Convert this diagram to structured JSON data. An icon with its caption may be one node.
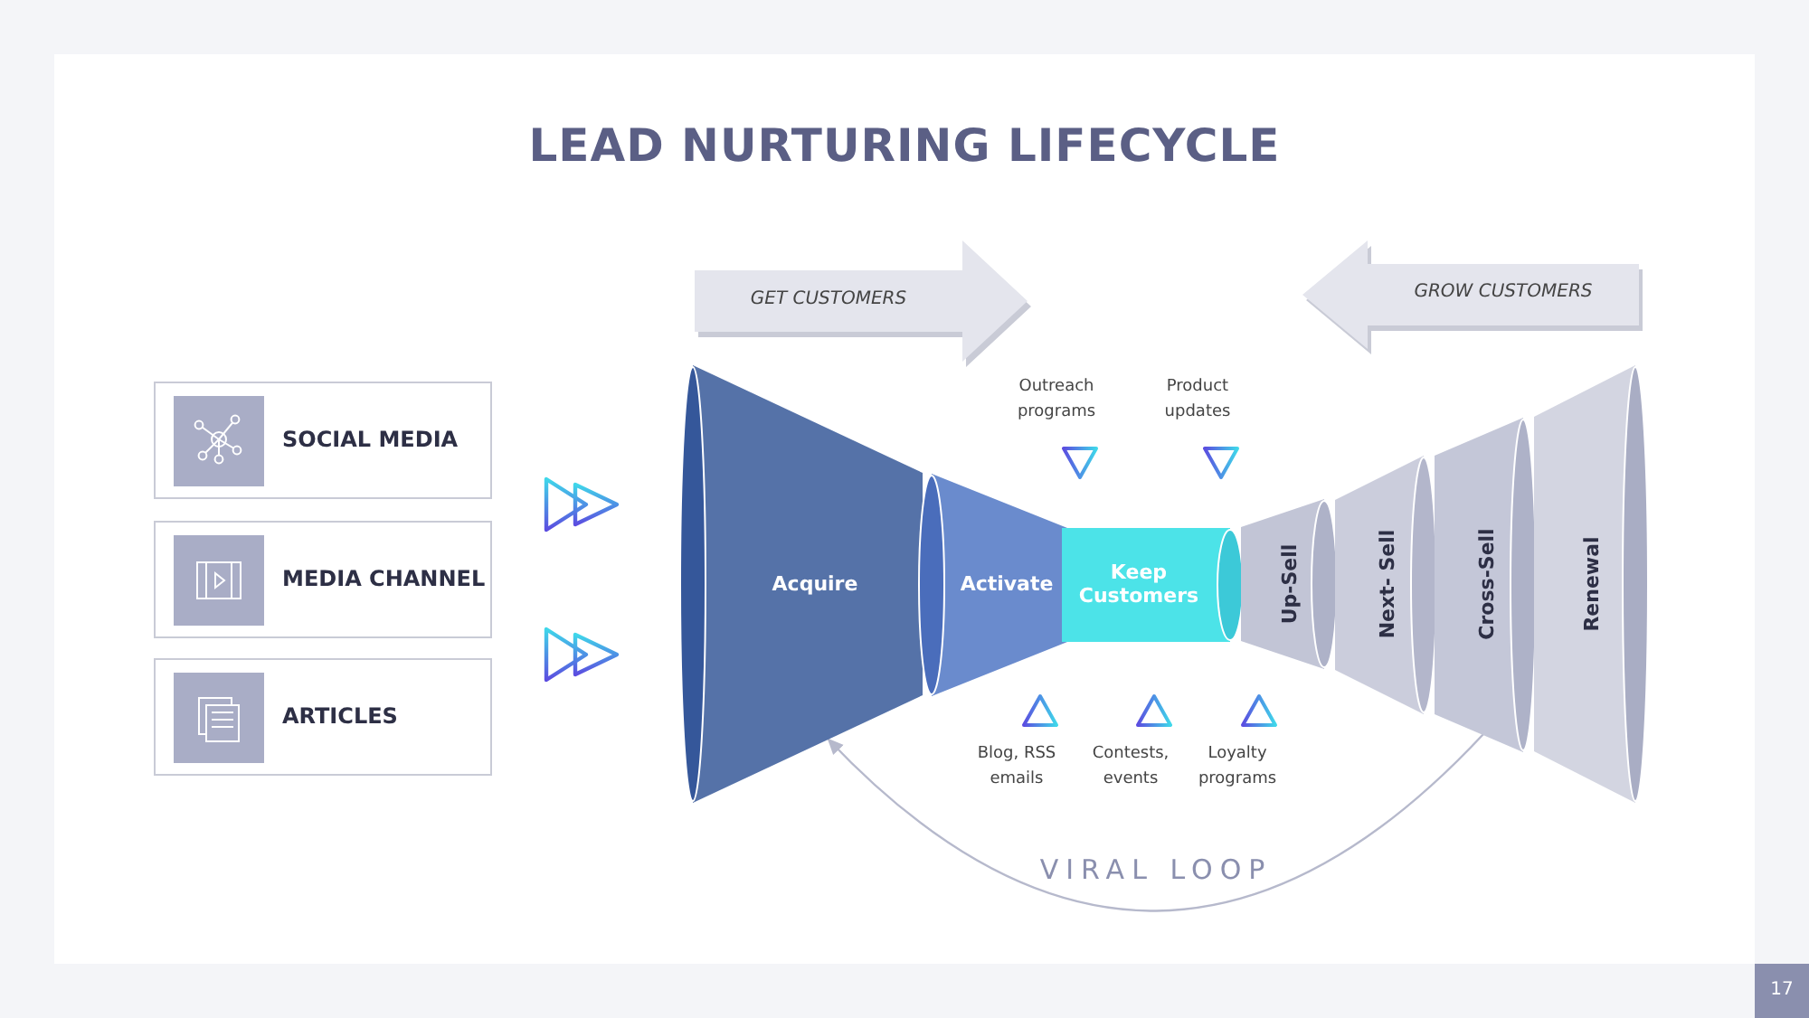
{
  "diagram": {
    "title": "LEAD NURTURING LIFECYCLE",
    "nodes": [
      {
        "text": [
          "GET CUSTOMERS"
        ]
      },
      {
        "text": [
          "GROW CUSTOMERS"
        ]
      },
      {
        "text": [
          "SOCIAL MEDIA"
        ]
      },
      {
        "text": [
          "MEDIA CHANNEL"
        ]
      },
      {
        "text": [
          "ARTICLES"
        ]
      },
      {
        "text": [
          "Acquire"
        ]
      },
      {
        "text": [
          "Activate"
        ]
      },
      {
        "text": [
          "Keep Customers"
        ]
      },
      {
        "text": [
          "Up-Sell"
        ]
      },
      {
        "text": [
          "Next- Sell"
        ]
      },
      {
        "text": [
          "Cross-Sell"
        ]
      },
      {
        "text": [
          "Renewal"
        ]
      }
    ],
    "edges": [
      {
        "from": 10,
        "to": 5,
        "arrow": "to",
        "label": "VIRAL LOOP"
      }
    ],
    "labels": [
      "Outreach programs",
      "Product updates",
      "Blog, RSS emails",
      "Contests, events",
      "Loyalty programs",
      "17"
    ]
  }
}
